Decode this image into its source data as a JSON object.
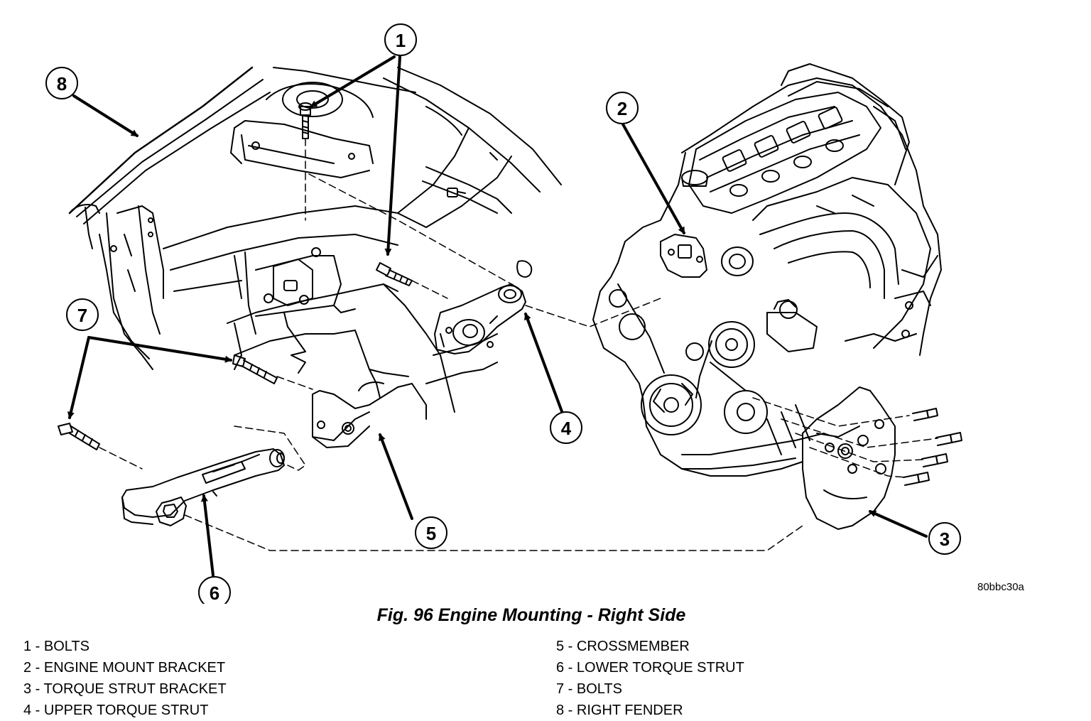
{
  "figure": {
    "caption": "Fig. 96 Engine Mounting - Right Side",
    "code": "80bbc30a"
  },
  "callouts": [
    {
      "number": "1",
      "label": "BOLTS"
    },
    {
      "number": "2",
      "label": "ENGINE MOUNT BRACKET"
    },
    {
      "number": "3",
      "label": "TORQUE STRUT BRACKET"
    },
    {
      "number": "4",
      "label": "UPPER TORQUE STRUT"
    },
    {
      "number": "5",
      "label": "CROSSMEMBER"
    },
    {
      "number": "6",
      "label": "LOWER TORQUE STRUT"
    },
    {
      "number": "7",
      "label": "BOLTS"
    },
    {
      "number": "8",
      "label": "RIGHT FENDER"
    }
  ],
  "legend": {
    "left": [
      "1 - BOLTS",
      "2 - ENGINE MOUNT BRACKET",
      "3 - TORQUE STRUT BRACKET",
      "4 - UPPER TORQUE STRUT"
    ],
    "right": [
      "5 - CROSSMEMBER",
      "6 - LOWER TORQUE STRUT",
      "7 - BOLTS",
      "8 - RIGHT FENDER"
    ]
  }
}
